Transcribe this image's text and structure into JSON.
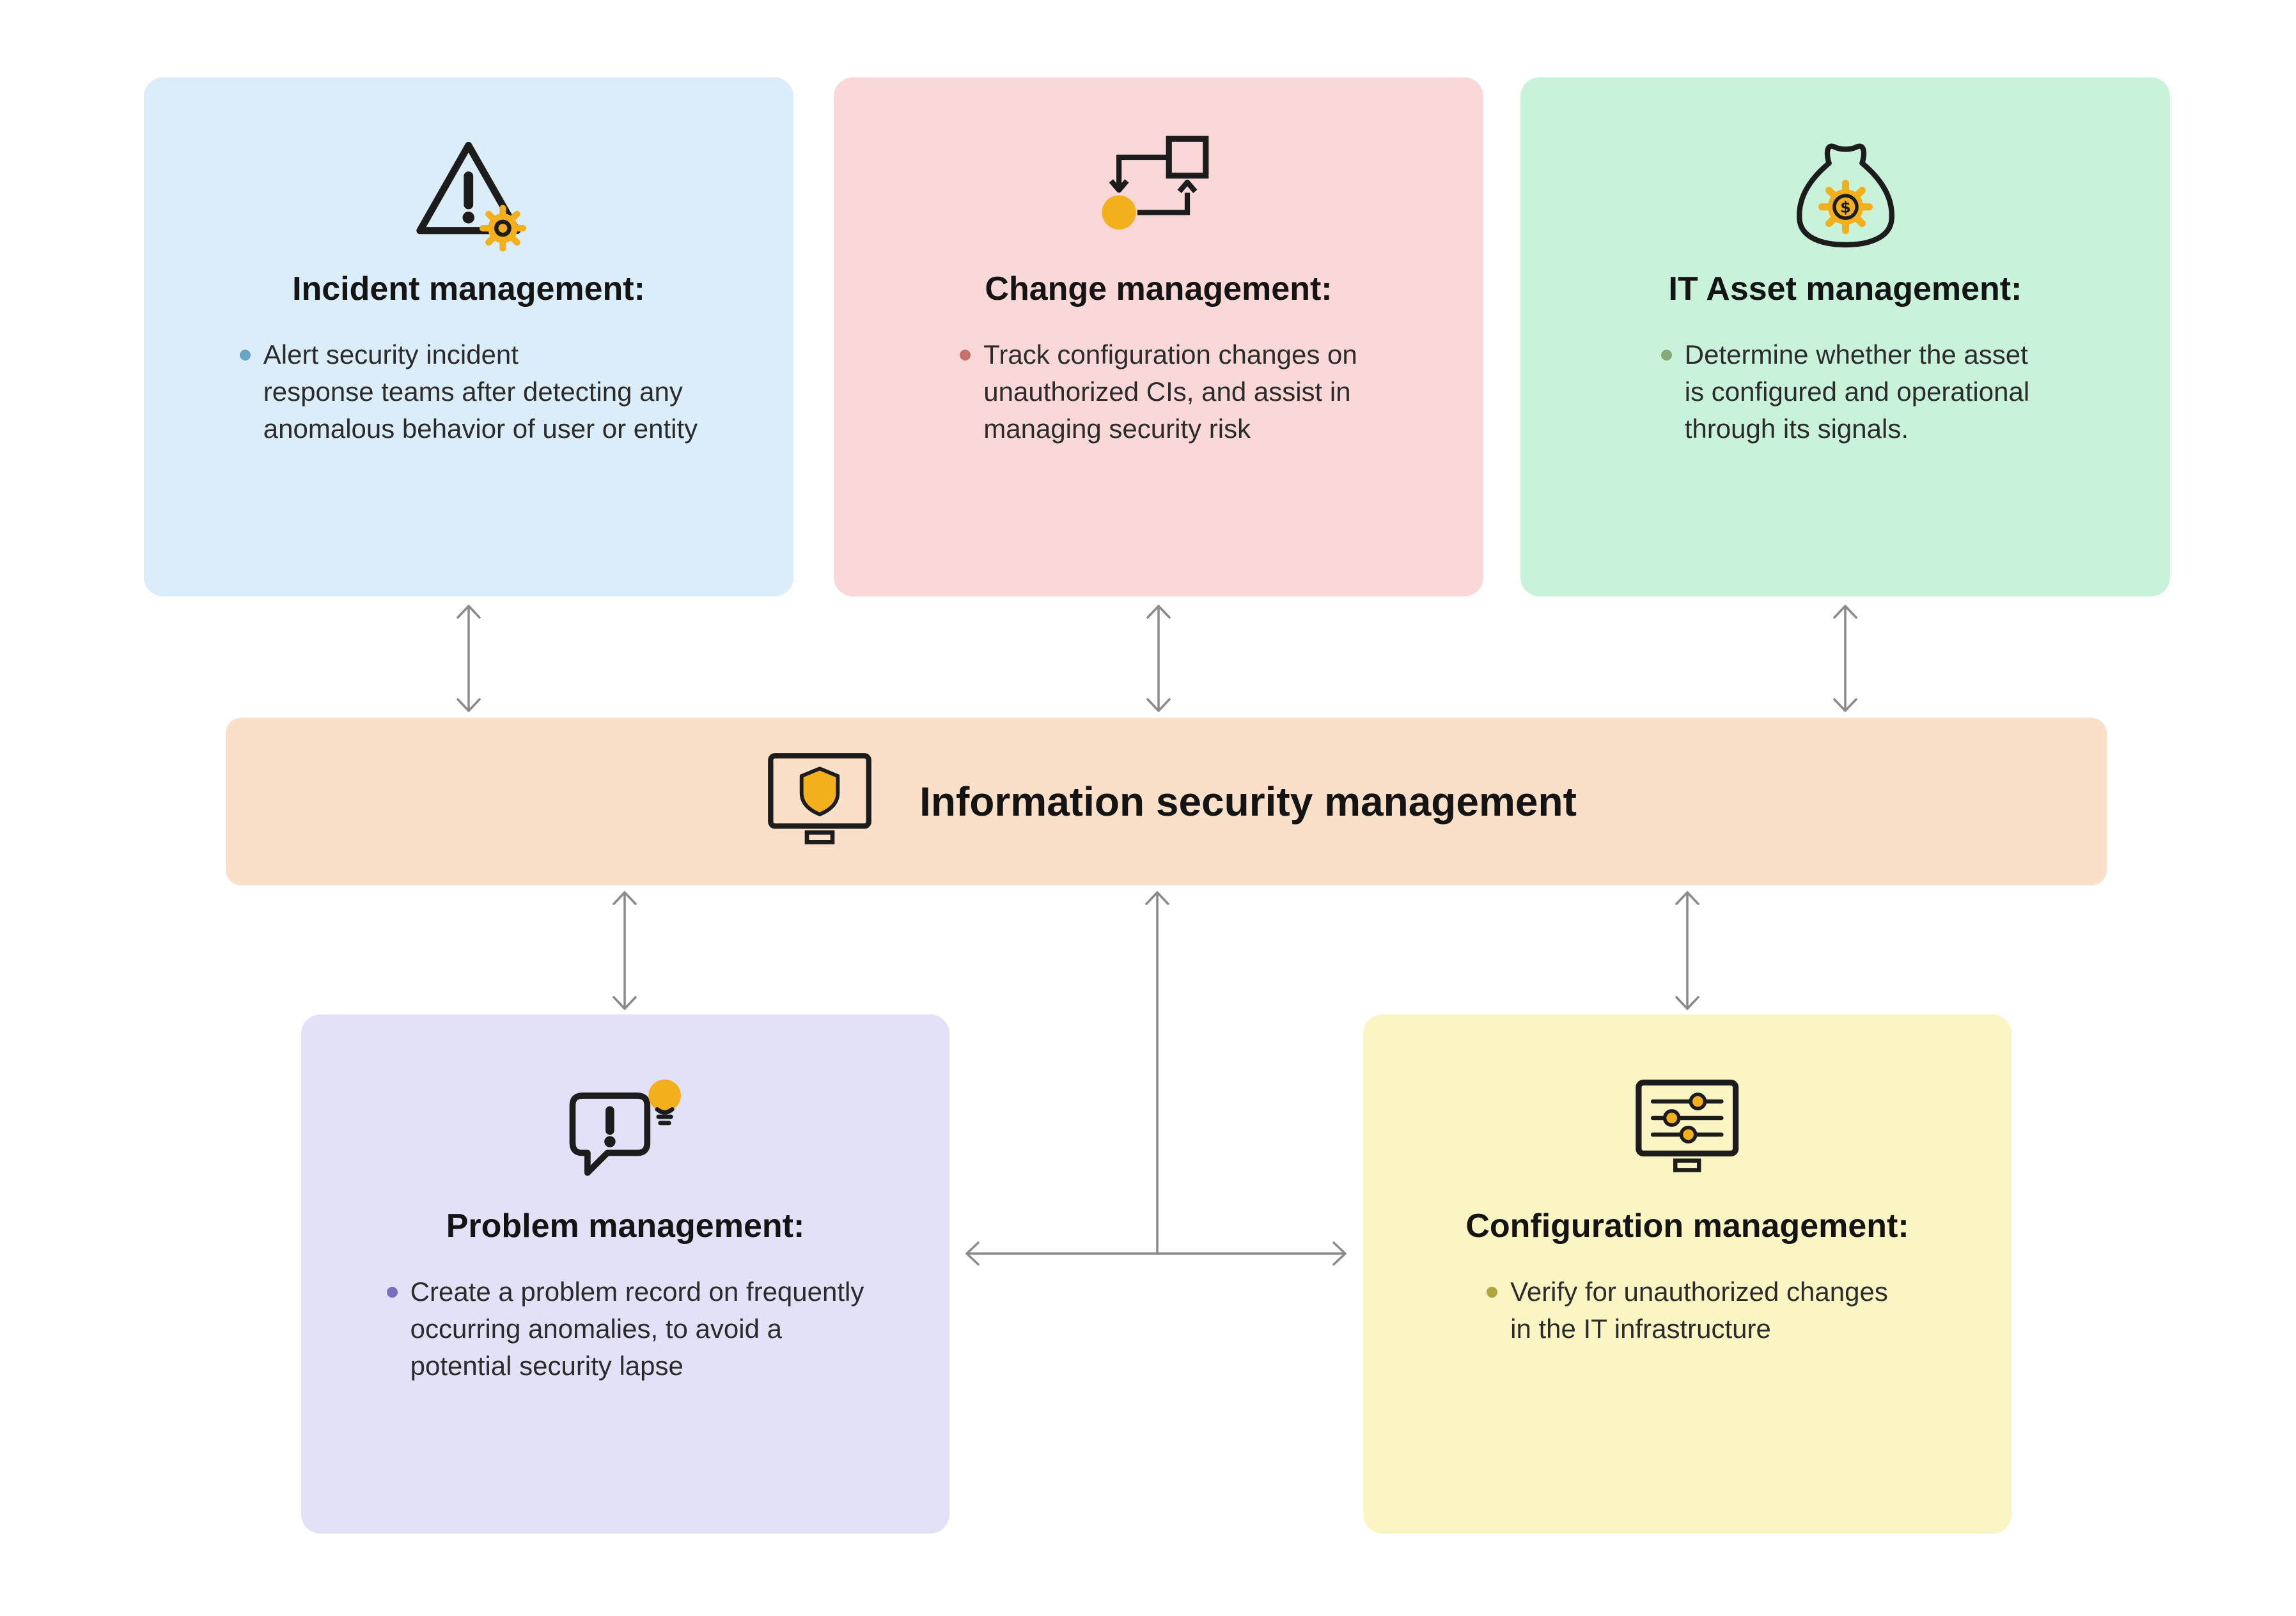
{
  "colors": {
    "arrow": "#8a8a8a",
    "accent_yellow": "#f3b01c",
    "heading_text": "#141414",
    "body_text": "#2b2b2b"
  },
  "center_bar": {
    "title": "Information security management",
    "bg": "#fbe0c9",
    "icon": "monitor-shield-icon"
  },
  "cards": [
    {
      "key": "incident",
      "title": "Incident management:",
      "body": "Alert security incident\nresponse teams after detecting any\nanomalous behavior of user or entity",
      "bg": "#daedf9",
      "bullet_color": "#69a4c6",
      "icon": "alert-gear-icon"
    },
    {
      "key": "change",
      "title": "Change management:",
      "body": "Track configuration changes on\nunauthorized CIs, and assist in\nmanaging security risk",
      "bg": "#fbd8d8",
      "bullet_color": "#c4706c",
      "icon": "workflow-icon"
    },
    {
      "key": "asset",
      "title": "IT Asset management:",
      "body": "Determine whether the asset\nis configured and operational\nthrough its signals.",
      "bg": "#c9f2db",
      "bullet_color": "#86a97c",
      "icon": "money-bag-gear-icon"
    },
    {
      "key": "problem",
      "title": "Problem management:",
      "body": "Create a problem record on frequently\noccurring anomalies, to avoid a\npotential security lapse",
      "bg": "#e2e1f8",
      "bullet_color": "#7a6cc0",
      "icon": "chat-lightbulb-icon"
    },
    {
      "key": "config",
      "title": "Configuration management:",
      "body": "Verify for unauthorized changes\nin the IT infrastructure",
      "bg": "#fbf5c4",
      "bullet_color": "#aea53e",
      "icon": "sliders-monitor-icon"
    }
  ]
}
